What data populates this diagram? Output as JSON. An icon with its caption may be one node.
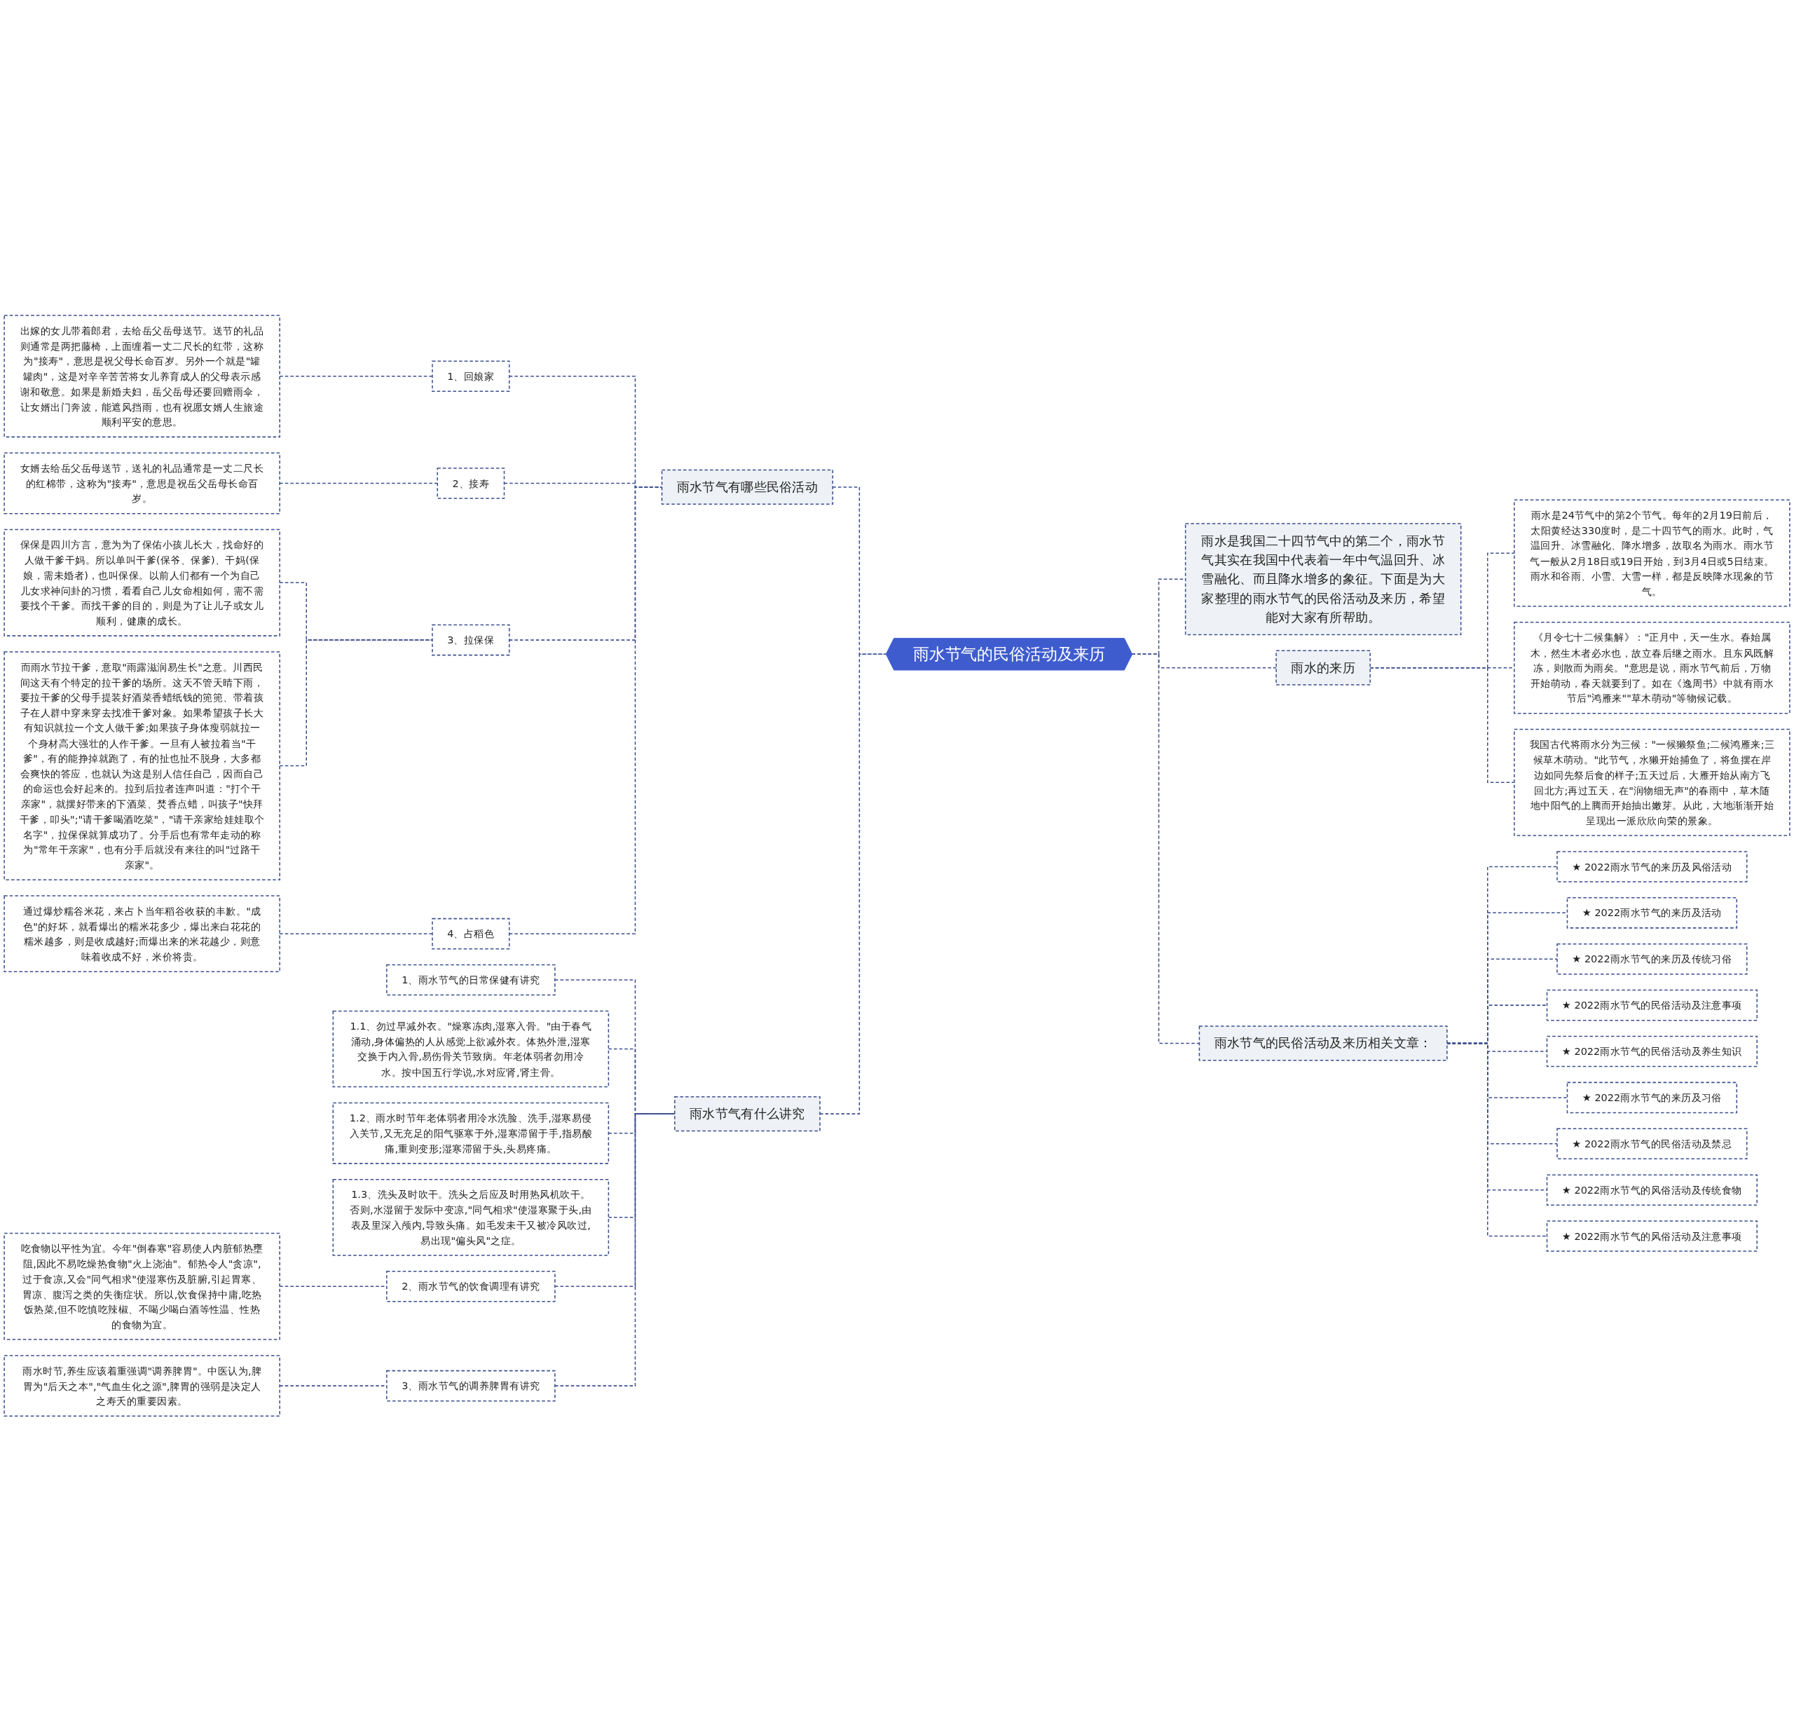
{
  "diagram": {
    "nodes": [
      {
        "text": [
          "雨水节气的民俗活动及来历"
        ]
      },
      {
        "text": [
          "雨水节气有哪些民俗活动"
        ]
      },
      {
        "text": [
          "1、回娘家"
        ]
      },
      {
        "text": [
          "出嫁的女儿带着郎君，去给岳父岳母送节。送节的礼品则通常是两把藤椅，上面缠着一丈二尺长的红带，这称为\"接寿\"，意思是祝父母长命百岁。另外一个就是\"罐罐肉\"，这是对辛辛苦苦将女儿养育成人的父母表示感谢和敬意。如果是新婚夫妇，岳父岳母还要回赠雨伞，让女婿出门奔波，能遮风挡雨，也有祝愿女婿人生旅途顺利平安的意思。"
        ]
      },
      {
        "text": [
          "2、接寿"
        ]
      },
      {
        "text": [
          "女婿去给岳父岳母送节，送礼的礼品通常是一丈二尺长的红棉带，这称为\"接寿\"，意思是祝岳父岳母长命百岁。"
        ]
      },
      {
        "text": [
          "3、拉保保"
        ]
      },
      {
        "text": [
          "保保是四川方言，意为为了保佑小孩儿长大，找命好的人做干爹干妈。所以单叫干爹(保爷、保爹)、干妈(保娘，需未婚者)，也叫保保。以前人们都有一个为自己儿女求神问卦的习惯，看看自己儿女命相如何，需不需要找个干爹。而找干爹的目的，则是为了让儿子或女儿顺利，健康的成长。"
        ]
      },
      {
        "text": [
          "而雨水节拉干爹，意取\"雨露滋润易生长\"之意。川西民间这天有个特定的拉干爹的场所。这天不管天晴下雨，要拉干爹的父母手提装好酒菜香蜡纸钱的篼篼、带着孩子在人群中穿来穿去找准干爹对象。如果希望孩子长大有知识就拉一个文人做干爹;如果孩子身体瘦弱就拉一个身材高大强壮的人作干爹。一旦有人被拉着当\"干爹\"，有的能挣掉就跑了，有的扯也扯不脱身，大多都会爽快的答应，也就认为这是别人信任自己，因而自己的命运也会好起来的。拉到后拉者连声叫道：\"打个干亲家\"，就摆好带来的下酒菜、焚香点蜡，叫孩子\"快拜干爹，叩头\";\"请干爹喝酒吃菜\"，\"请干亲家给娃娃取个名字\"，拉保保就算成功了。分手后也有常年走动的称为\"常年干亲家\"，也有分手后就没有来往的叫\"过路干亲家\"。"
        ]
      },
      {
        "text": [
          "4、占稻色"
        ]
      },
      {
        "text": [
          "通过爆炒糯谷米花，来占卜当年稻谷收获的丰歉。\"成色\"的好坏，就看爆出的糯米花多少，爆出来白花花的糯米越多，则是收成越好;而爆出来的米花越少，则意味着收成不好，米价将贵。"
        ]
      },
      {
        "text": [
          "雨水节气有什么讲究"
        ]
      },
      {
        "text": [
          "1、雨水节气的日常保健有讲究"
        ]
      },
      {
        "text": [
          "1.1、勿过早减外衣。\"燥寒冻肉,湿寒入骨。\"由于春气涌动,身体偏热的人从感觉上欲减外衣。体热外泄,湿寒交换于内入骨,易伤骨关节致病。年老体弱者勿用冷水。按中国五行学说,水对应肾,肾主骨。"
        ]
      },
      {
        "text": [
          "1.2、雨水时节年老体弱者用冷水洗脸、洗手,湿寒易侵入关节,又无充足的阳气驱寒于外,湿寒滞留于手,指易酸痛,重则变形;湿寒滞留于头,头易疼痛。"
        ]
      },
      {
        "text": [
          "1.3、洗头及时吹干。洗头之后应及时用热风机吹干。否则,水湿留于发际中变凉,\"同气相求\"使湿寒聚于头,由表及里深入颅内,导致头痛。如毛发未干又被冷风吹过,易出现\"偏头风\"之症。"
        ]
      },
      {
        "text": [
          "2、雨水节气的饮食调理有讲究"
        ]
      },
      {
        "text": [
          "吃食物以平性为宜。今年\"倒春寒\"容易使人内脏郁热壅阻,因此不易吃燥热食物\"火上浇油\"。郁热令人\"贪凉\",过于食凉,又会\"同气相求\"使湿寒伤及脏腑,引起胃寒、胃凉、腹泻之类的失衡症状。所以,饮食保持中庸,吃热饭热菜,但不吃慎吃辣椒、不喝少喝白酒等性温、性热的食物为宜。"
        ]
      },
      {
        "text": [
          "3、雨水节气的调养脾胃有讲究"
        ]
      },
      {
        "text": [
          "雨水时节,养生应该着重强调\"调养脾胃\"。中医认为,脾胃为\"后天之本\",\"气血生化之源\",脾胃的强弱是决定人之寿夭的重要因素。"
        ]
      },
      {
        "text": [
          "雨水是我国二十四节气中的第二个，雨水节气其实在我国中代表着一年中气温回升、冰雪融化、而且降水增多的象征。下面是为大家整理的雨水节气的民俗活动及来历，希望能对大家有所帮助。"
        ]
      },
      {
        "text": [
          "雨水的来历"
        ]
      },
      {
        "text": [
          "雨水是24节气中的第2个节气。每年的2月19日前后，太阳黄经达330度时，是二十四节气的雨水。此时，气温回升、冰雪融化、降水增多，故取名为雨水。雨水节气一般从2月18日或19日开始，到3月4日或5日结束。雨水和谷雨、小雪、大雪一样，都是反映降水现象的节气。"
        ]
      },
      {
        "text": [
          "《月令七十二候集解》：\"正月中，天一生水。春始属木，然生木者必水也，故立春后继之雨水。且东风既解冻，则散而为雨矣。\"意思是说，雨水节气前后，万物开始萌动，春天就要到了。如在《逸周书》中就有雨水节后\"鸿雁来\"\"草木萌动\"等物候记载。"
        ]
      },
      {
        "text": [
          "我国古代将雨水分为三候：\"一候獭祭鱼;二候鸿雁来;三候草木萌动。\"此节气，水獭开始捕鱼了，将鱼摆在岸边如同先祭后食的样子;五天过后，大雁开始从南方飞回北方;再过五天，在\"润物细无声\"的春雨中，草木随地中阳气的上腾而开始抽出嫩芽。从此，大地渐渐开始呈现出一派欣欣向荣的景象。"
        ]
      },
      {
        "text": [
          "雨水节气的民俗活动及来历相关文章："
        ]
      },
      {
        "text": [
          "★ 2022雨水节气的来历及风俗活动"
        ]
      },
      {
        "text": [
          "★ 2022雨水节气的来历及活动"
        ]
      },
      {
        "text": [
          "★ 2022雨水节气的来历及传统习俗"
        ]
      },
      {
        "text": [
          "★ 2022雨水节气的民俗活动及注意事项"
        ]
      },
      {
        "text": [
          "★ 2022雨水节气的民俗活动及养生知识"
        ]
      },
      {
        "text": [
          "★ 2022雨水节气的来历及习俗"
        ]
      },
      {
        "text": [
          "★ 2022雨水节气的民俗活动及禁忌"
        ]
      },
      {
        "text": [
          "★ 2022雨水节气的风俗活动及传统食物"
        ]
      },
      {
        "text": [
          "★ 2022雨水节气的风俗活动及注意事项"
        ]
      }
    ],
    "edges": [
      {
        "from": 1,
        "to": 0,
        "arrow": "none",
        "style": "dashed"
      },
      {
        "from": 2,
        "to": 1,
        "arrow": "none",
        "style": "dashed"
      },
      {
        "from": 3,
        "to": 2,
        "arrow": "none",
        "style": "dashed"
      },
      {
        "from": 4,
        "to": 1,
        "arrow": "none",
        "style": "dashed"
      },
      {
        "from": 5,
        "to": 4,
        "arrow": "none",
        "style": "dashed"
      },
      {
        "from": 6,
        "to": 1,
        "arrow": "none",
        "style": "dashed"
      },
      {
        "from": 7,
        "to": 6,
        "arrow": "none",
        "style": "dashed"
      },
      {
        "from": 8,
        "to": 6,
        "arrow": "none",
        "style": "dashed"
      },
      {
        "from": 9,
        "to": 1,
        "arrow": "none",
        "style": "dashed"
      },
      {
        "from": 10,
        "to": 9,
        "arrow": "none",
        "style": "dashed"
      },
      {
        "from": 11,
        "to": 0,
        "arrow": "none",
        "style": "dashed"
      },
      {
        "from": 12,
        "to": 11,
        "arrow": "none",
        "style": "dashed"
      },
      {
        "from": 13,
        "to": 11,
        "arrow": "none",
        "style": "dashed"
      },
      {
        "from": 14,
        "to": 11,
        "arrow": "none",
        "style": "dashed"
      },
      {
        "from": 15,
        "to": 11,
        "arrow": "none",
        "style": "dashed"
      },
      {
        "from": 16,
        "to": 11,
        "arrow": "none",
        "style": "dashed"
      },
      {
        "from": 17,
        "to": 16,
        "arrow": "none",
        "style": "dashed"
      },
      {
        "from": 18,
        "to": 11,
        "arrow": "none",
        "style": "dashed"
      },
      {
        "from": 19,
        "to": 18,
        "arrow": "none",
        "style": "dashed"
      },
      {
        "from": 0,
        "to": 20,
        "arrow": "none",
        "style": "dashed"
      },
      {
        "from": 0,
        "to": 21,
        "arrow": "none",
        "style": "dashed"
      },
      {
        "from": 21,
        "to": 22,
        "arrow": "none",
        "style": "dashed"
      },
      {
        "from": 21,
        "to": 23,
        "arrow": "none",
        "style": "dashed"
      },
      {
        "from": 21,
        "to": 24,
        "arrow": "none",
        "style": "dashed"
      },
      {
        "from": 0,
        "to": 25,
        "arrow": "none",
        "style": "dashed"
      },
      {
        "from": 25,
        "to": 26,
        "arrow": "none",
        "style": "dashed"
      },
      {
        "from": 25,
        "to": 27,
        "arrow": "none",
        "style": "dashed"
      },
      {
        "from": 25,
        "to": 28,
        "arrow": "none",
        "style": "dashed"
      },
      {
        "from": 25,
        "to": 29,
        "arrow": "none",
        "style": "dashed"
      },
      {
        "from": 25,
        "to": 30,
        "arrow": "none",
        "style": "dashed"
      },
      {
        "from": 25,
        "to": 31,
        "arrow": "none",
        "style": "dashed"
      },
      {
        "from": 25,
        "to": 32,
        "arrow": "none",
        "style": "dashed"
      },
      {
        "from": 25,
        "to": 33,
        "arrow": "none",
        "style": "dashed"
      },
      {
        "from": 25,
        "to": 34,
        "arrow": "none",
        "style": "dashed"
      }
    ]
  }
}
